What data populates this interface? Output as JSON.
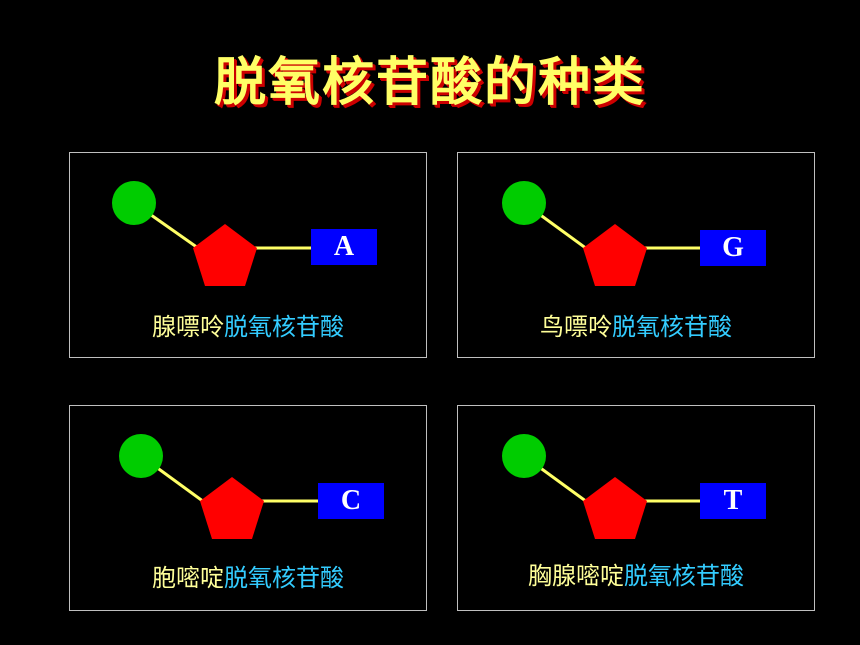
{
  "title": "脱氧核苷酸的种类",
  "colors": {
    "background": "#000000",
    "title_text": "#FFFF66",
    "title_shadow": "#CC0000",
    "phosphate": "#00CC00",
    "sugar": "#FF0000",
    "base_box": "#0000FF",
    "bond": "#FFFF66",
    "prefix_text": "#FFFF99",
    "suffix_text": "#33CCFF",
    "border": "#BFBFBF"
  },
  "panels": [
    {
      "base_letter": "A",
      "prefix": "腺嘌呤",
      "suffix": "脱氧核苷酸"
    },
    {
      "base_letter": "G",
      "prefix": "鸟嘌呤",
      "suffix": "脱氧核苷酸"
    },
    {
      "base_letter": "C",
      "prefix": "胞嘧啶",
      "suffix": "脱氧核苷酸"
    },
    {
      "base_letter": "T",
      "prefix": "胸腺嘧啶",
      "suffix": "脱氧核苷酸"
    }
  ]
}
